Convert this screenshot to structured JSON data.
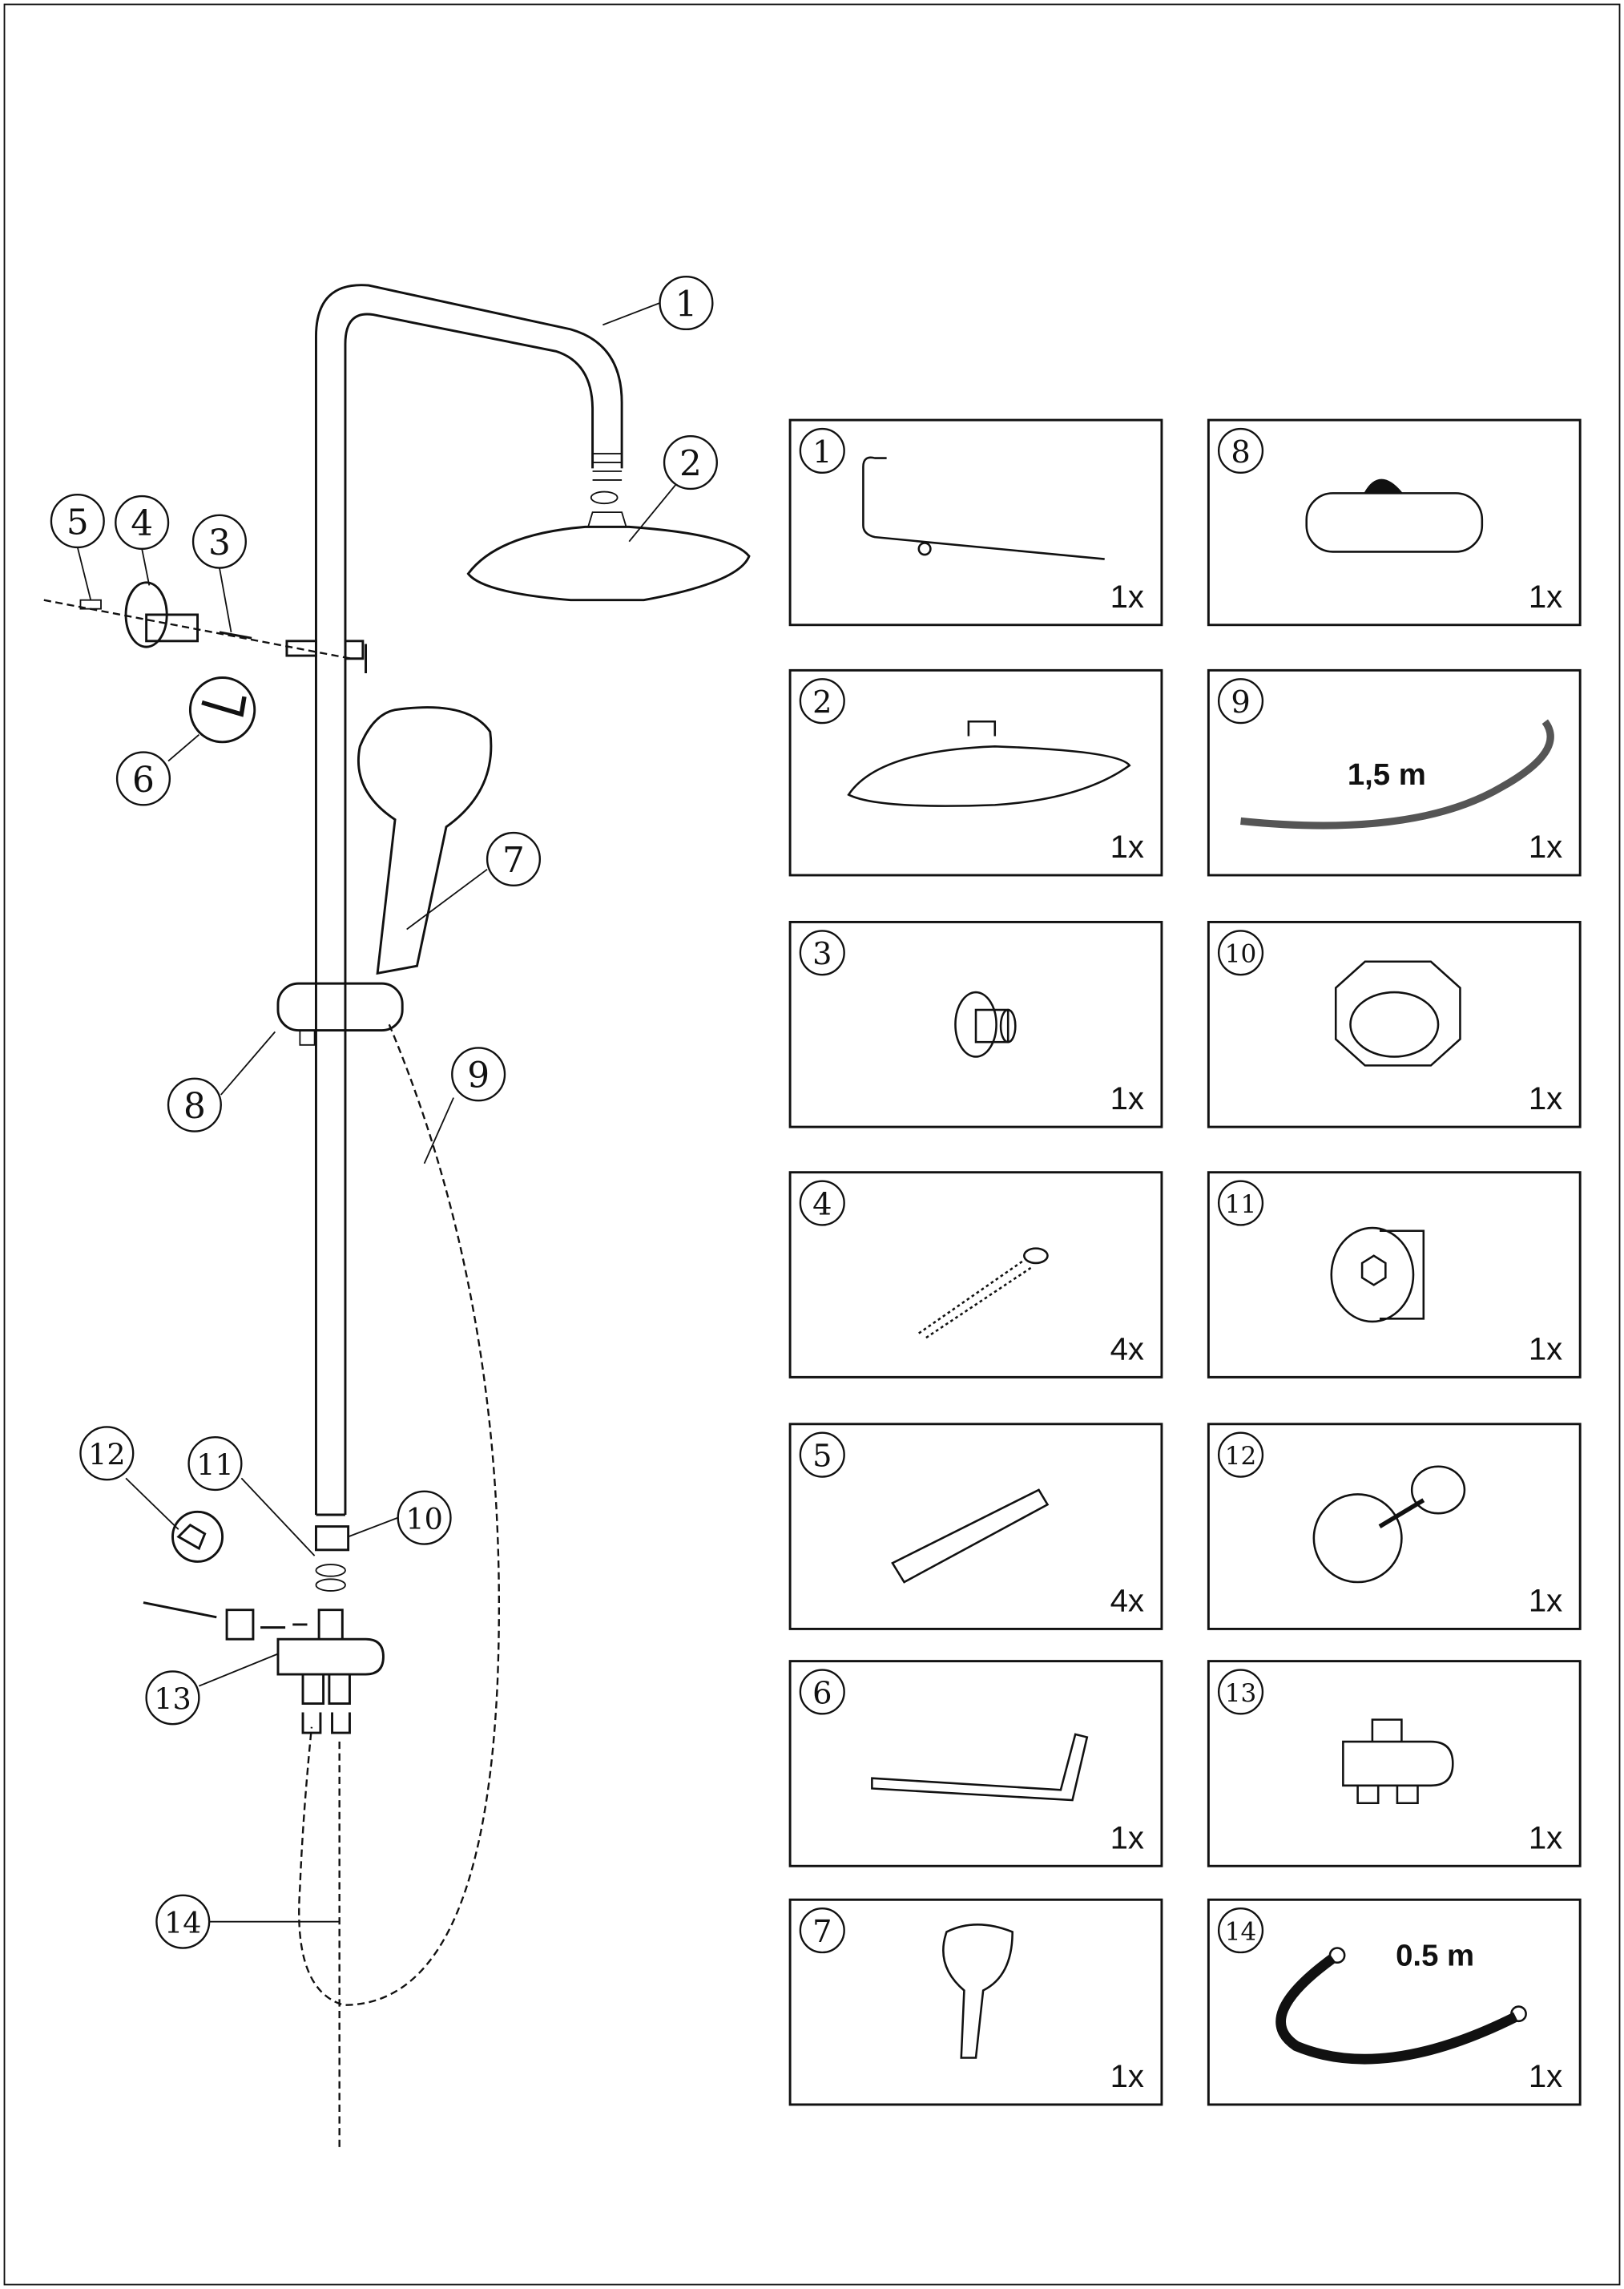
{
  "diagram": {
    "callouts": [
      "1",
      "2",
      "3",
      "4",
      "5",
      "6",
      "7",
      "8",
      "9",
      "10",
      "11",
      "12",
      "13",
      "14"
    ]
  },
  "parts": [
    {
      "number": "1",
      "quantity": "1x",
      "item": "overhead-arm"
    },
    {
      "number": "2",
      "quantity": "1x",
      "item": "shower-head"
    },
    {
      "number": "3",
      "quantity": "1x",
      "item": "wall-bracket"
    },
    {
      "number": "4",
      "quantity": "4x",
      "item": "screw"
    },
    {
      "number": "5",
      "quantity": "4x",
      "item": "wall-plug"
    },
    {
      "number": "6",
      "quantity": "1x",
      "item": "hex-key"
    },
    {
      "number": "7",
      "quantity": "1x",
      "item": "hand-shower"
    },
    {
      "number": "8",
      "quantity": "1x",
      "item": "slider"
    },
    {
      "number": "9",
      "quantity": "1x",
      "item": "hose",
      "length": "1,5 m"
    },
    {
      "number": "10",
      "quantity": "1x",
      "item": "nut"
    },
    {
      "number": "11",
      "quantity": "1x",
      "item": "adapter"
    },
    {
      "number": "12",
      "quantity": "1x",
      "item": "fitting-tool"
    },
    {
      "number": "13",
      "quantity": "1x",
      "item": "diverter"
    },
    {
      "number": "14",
      "quantity": "1x",
      "item": "connection-hose",
      "length": "0.5 m"
    }
  ]
}
